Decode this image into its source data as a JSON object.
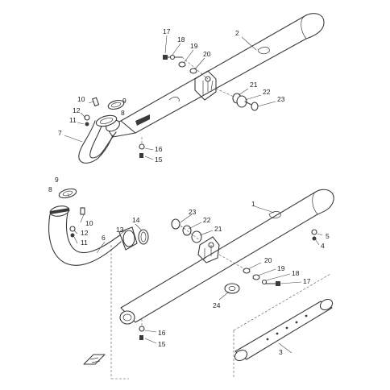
{
  "diagram": {
    "callouts": [
      {
        "key": "c2",
        "text": "2"
      },
      {
        "key": "c17a",
        "text": "17"
      },
      {
        "key": "c18a",
        "text": "18"
      },
      {
        "key": "c19a",
        "text": "19"
      },
      {
        "key": "c20a",
        "text": "20"
      },
      {
        "key": "c21a",
        "text": "21"
      },
      {
        "key": "c22a",
        "text": "22"
      },
      {
        "key": "c23a",
        "text": "23"
      },
      {
        "key": "c10a",
        "text": "10"
      },
      {
        "key": "c9a",
        "text": "9"
      },
      {
        "key": "c12a",
        "text": "12"
      },
      {
        "key": "c8a",
        "text": "8"
      },
      {
        "key": "c11a",
        "text": "11"
      },
      {
        "key": "c7",
        "text": "7"
      },
      {
        "key": "c16a",
        "text": "16"
      },
      {
        "key": "c15a",
        "text": "15"
      },
      {
        "key": "c9b",
        "text": "9"
      },
      {
        "key": "c8b",
        "text": "8"
      },
      {
        "key": "c10b",
        "text": "10"
      },
      {
        "key": "c12b",
        "text": "12"
      },
      {
        "key": "c11b",
        "text": "11"
      },
      {
        "key": "c6",
        "text": "6"
      },
      {
        "key": "c13",
        "text": "13"
      },
      {
        "key": "c14",
        "text": "14"
      },
      {
        "key": "c1",
        "text": "1"
      },
      {
        "key": "c23b",
        "text": "23"
      },
      {
        "key": "c22b",
        "text": "22"
      },
      {
        "key": "c21b",
        "text": "21"
      },
      {
        "key": "c5",
        "text": "5"
      },
      {
        "key": "c4",
        "text": "4"
      },
      {
        "key": "c20b",
        "text": "20"
      },
      {
        "key": "c19b",
        "text": "19"
      },
      {
        "key": "c18b",
        "text": "18"
      },
      {
        "key": "c17b",
        "text": "17"
      },
      {
        "key": "c24",
        "text": "24"
      },
      {
        "key": "c16b",
        "text": "16"
      },
      {
        "key": "c15b",
        "text": "15"
      },
      {
        "key": "c3",
        "text": "3"
      }
    ]
  }
}
